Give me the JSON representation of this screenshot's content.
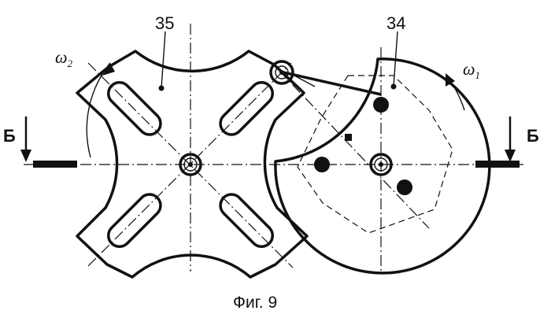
{
  "labels": {
    "part_left": "35",
    "part_right": "34",
    "omega_left_main": "ω",
    "omega_left_sub": "2",
    "omega_right_main": "ω",
    "omega_right_sub": "1",
    "section_left": "Б",
    "section_right": "Б"
  },
  "caption": "Фиг. 9"
}
